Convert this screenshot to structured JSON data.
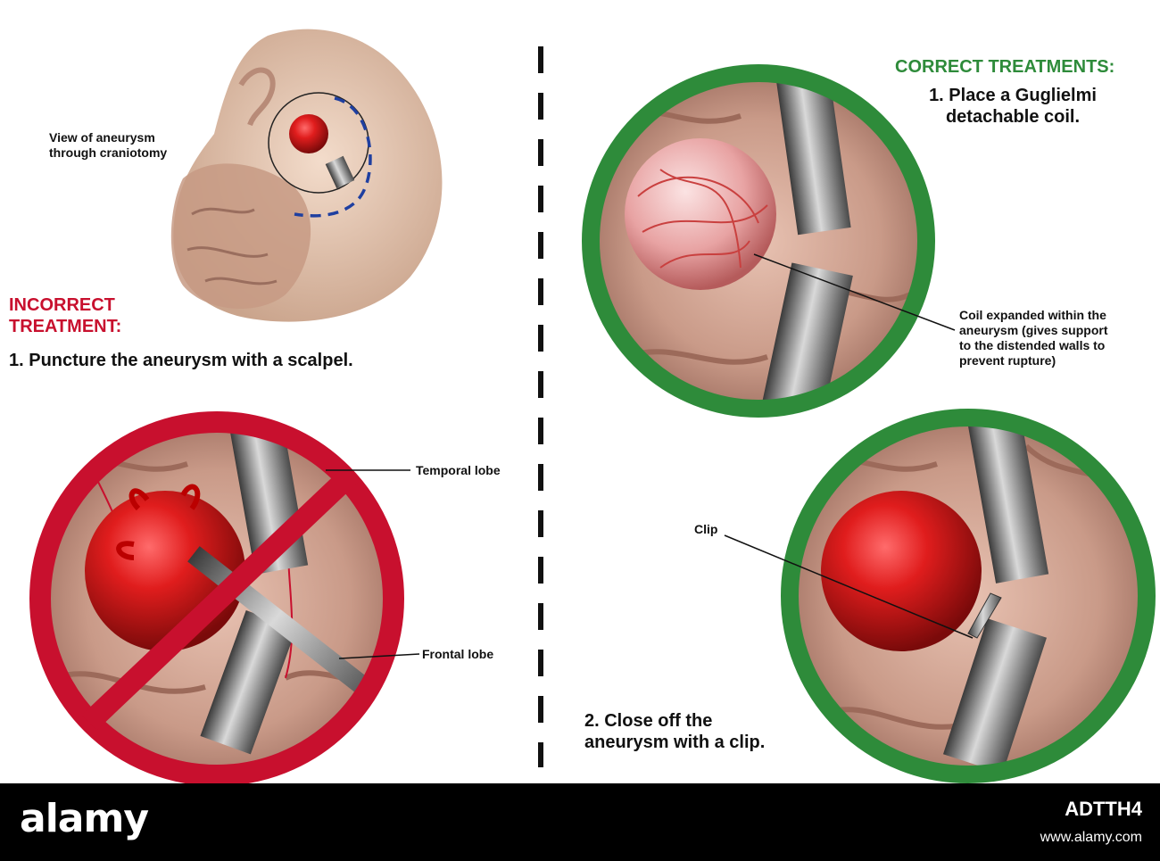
{
  "labels": {
    "view_line1": "View of aneurysm",
    "view_line2": "through craniotomy",
    "incorrect_line1": "INCORRECT",
    "incorrect_line2": "TREATMENT:",
    "incorrect_step": "1. Puncture the aneurysm with a scalpel.",
    "temporal": "Temporal lobe",
    "frontal": "Frontal lobe",
    "correct_header": "CORRECT TREATMENTS:",
    "correct_step1_line1": "1. Place a Guglielmi",
    "correct_step1_line2": "detachable coil.",
    "coil_line1": "Coil expanded within the",
    "coil_line2": "aneurysm (gives support",
    "coil_line3": "to the distended walls to",
    "coil_line4": "prevent rupture)",
    "clip": "Clip",
    "step2_line1": "2. Close off the",
    "step2_line2": "aneurysm with a clip."
  },
  "footer": {
    "brand": "alamy",
    "image_id": "ADTTH4",
    "site": "www.alamy.com"
  },
  "colors": {
    "incorrect_red": "#c8102e",
    "correct_green": "#2e8b3a",
    "aneurysm_red": "#d21a1a",
    "tissue": "#c89a86"
  }
}
